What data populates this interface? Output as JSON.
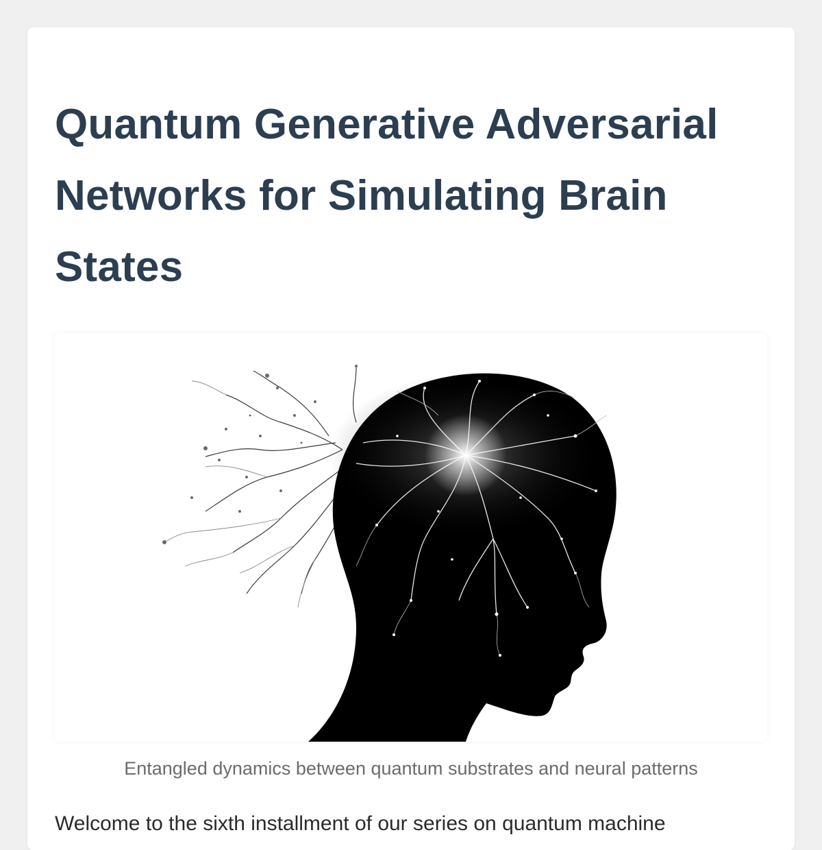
{
  "article": {
    "title": "Quantum Generative Adversarial Networks for Simulating Brain States",
    "figure": {
      "image_alt": "Silhouette of a human head in profile with glowing lightning-like neural filaments radiating from the brain",
      "caption": "Entangled dynamics between quantum substrates and neural patterns"
    },
    "intro_text": "Welcome to the sixth installment of our series on quantum machine"
  },
  "colors": {
    "page_background": "#f0f0f0",
    "card_background": "#ffffff",
    "title": "#2c3e50",
    "caption": "#6b6b6b",
    "body_text": "#2a2a2a",
    "silhouette": "#000000"
  }
}
